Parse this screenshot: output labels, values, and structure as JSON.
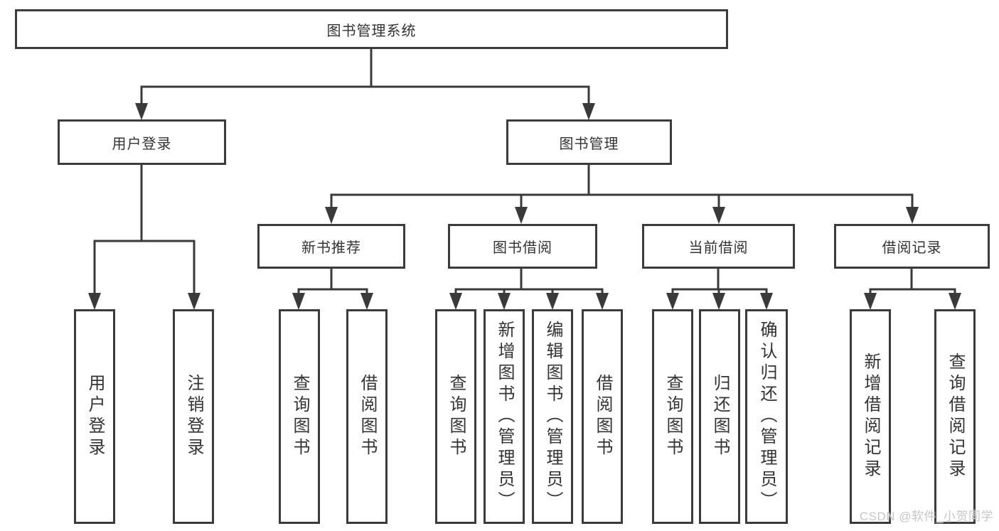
{
  "tree": {
    "root": "图书管理系统",
    "level2": [
      {
        "label": "用户登录"
      },
      {
        "label": "图书管理"
      }
    ],
    "level3": [
      {
        "label": "新书推荐",
        "parent": "图书管理"
      },
      {
        "label": "图书借阅",
        "parent": "图书管理"
      },
      {
        "label": "当前借阅",
        "parent": "图书管理"
      },
      {
        "label": "借阅记录",
        "parent": "图书管理"
      }
    ],
    "level4": [
      {
        "label": "用户登录",
        "parent": "用户登录"
      },
      {
        "label": "注销登录",
        "parent": "用户登录"
      },
      {
        "label": "查询图书",
        "parent": "新书推荐"
      },
      {
        "label": "借阅图书",
        "parent": "新书推荐"
      },
      {
        "label": "查询图书",
        "parent": "图书借阅"
      },
      {
        "label": "新增图书（管理员）",
        "parent": "图书借阅"
      },
      {
        "label": "编辑图书（管理员）",
        "parent": "图书借阅"
      },
      {
        "label": "借阅图书",
        "parent": "图书借阅"
      },
      {
        "label": "查询图书",
        "parent": "当前借阅"
      },
      {
        "label": "归还图书",
        "parent": "当前借阅"
      },
      {
        "label": "确认归还（管理员）",
        "parent": "当前借阅"
      },
      {
        "label": "新增借阅记录",
        "parent": "借阅记录"
      },
      {
        "label": "查询借阅记录",
        "parent": "借阅记录"
      }
    ]
  },
  "watermark": {
    "text": "CSDN @软件_小贺同学"
  },
  "colors": {
    "border": "#3b3b3b",
    "line": "#3a3a3a",
    "text": "#333333",
    "background": "#ffffff",
    "watermark": "#c6c6c6"
  }
}
